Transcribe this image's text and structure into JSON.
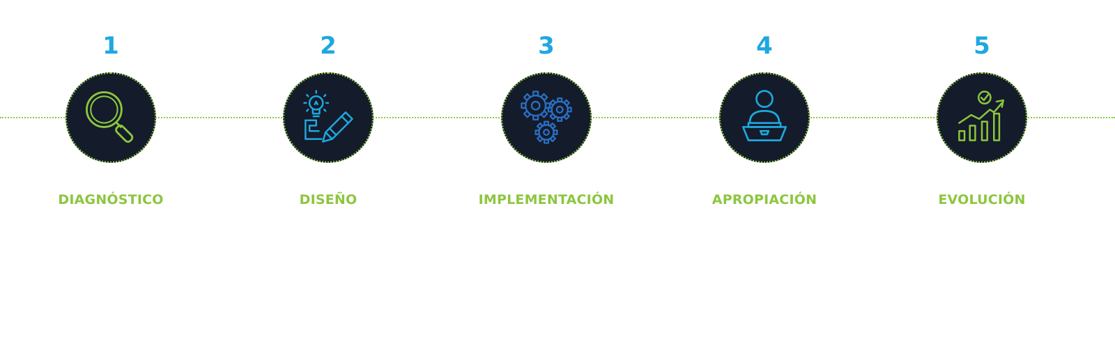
{
  "colors": {
    "number": "#1fa7e0",
    "label": "#8cc63f",
    "circle": "#141b2a",
    "icon_green": "#8cc63f",
    "icon_blue": "#1fa7e0",
    "icon_dark_blue": "#2a6fc4"
  },
  "steps": [
    {
      "number": "1",
      "label": "DIAGNÓSTICO",
      "icon": "magnifier-icon"
    },
    {
      "number": "2",
      "label": "DISEÑO",
      "icon": "idea-pencil-icon"
    },
    {
      "number": "3",
      "label": "IMPLEMENTACIÓN",
      "icon": "gears-icon"
    },
    {
      "number": "4",
      "label": "APROPIACIÓN",
      "icon": "user-laptop-icon"
    },
    {
      "number": "5",
      "label": "EVOLUCIÓN",
      "icon": "growth-chart-icon"
    }
  ]
}
